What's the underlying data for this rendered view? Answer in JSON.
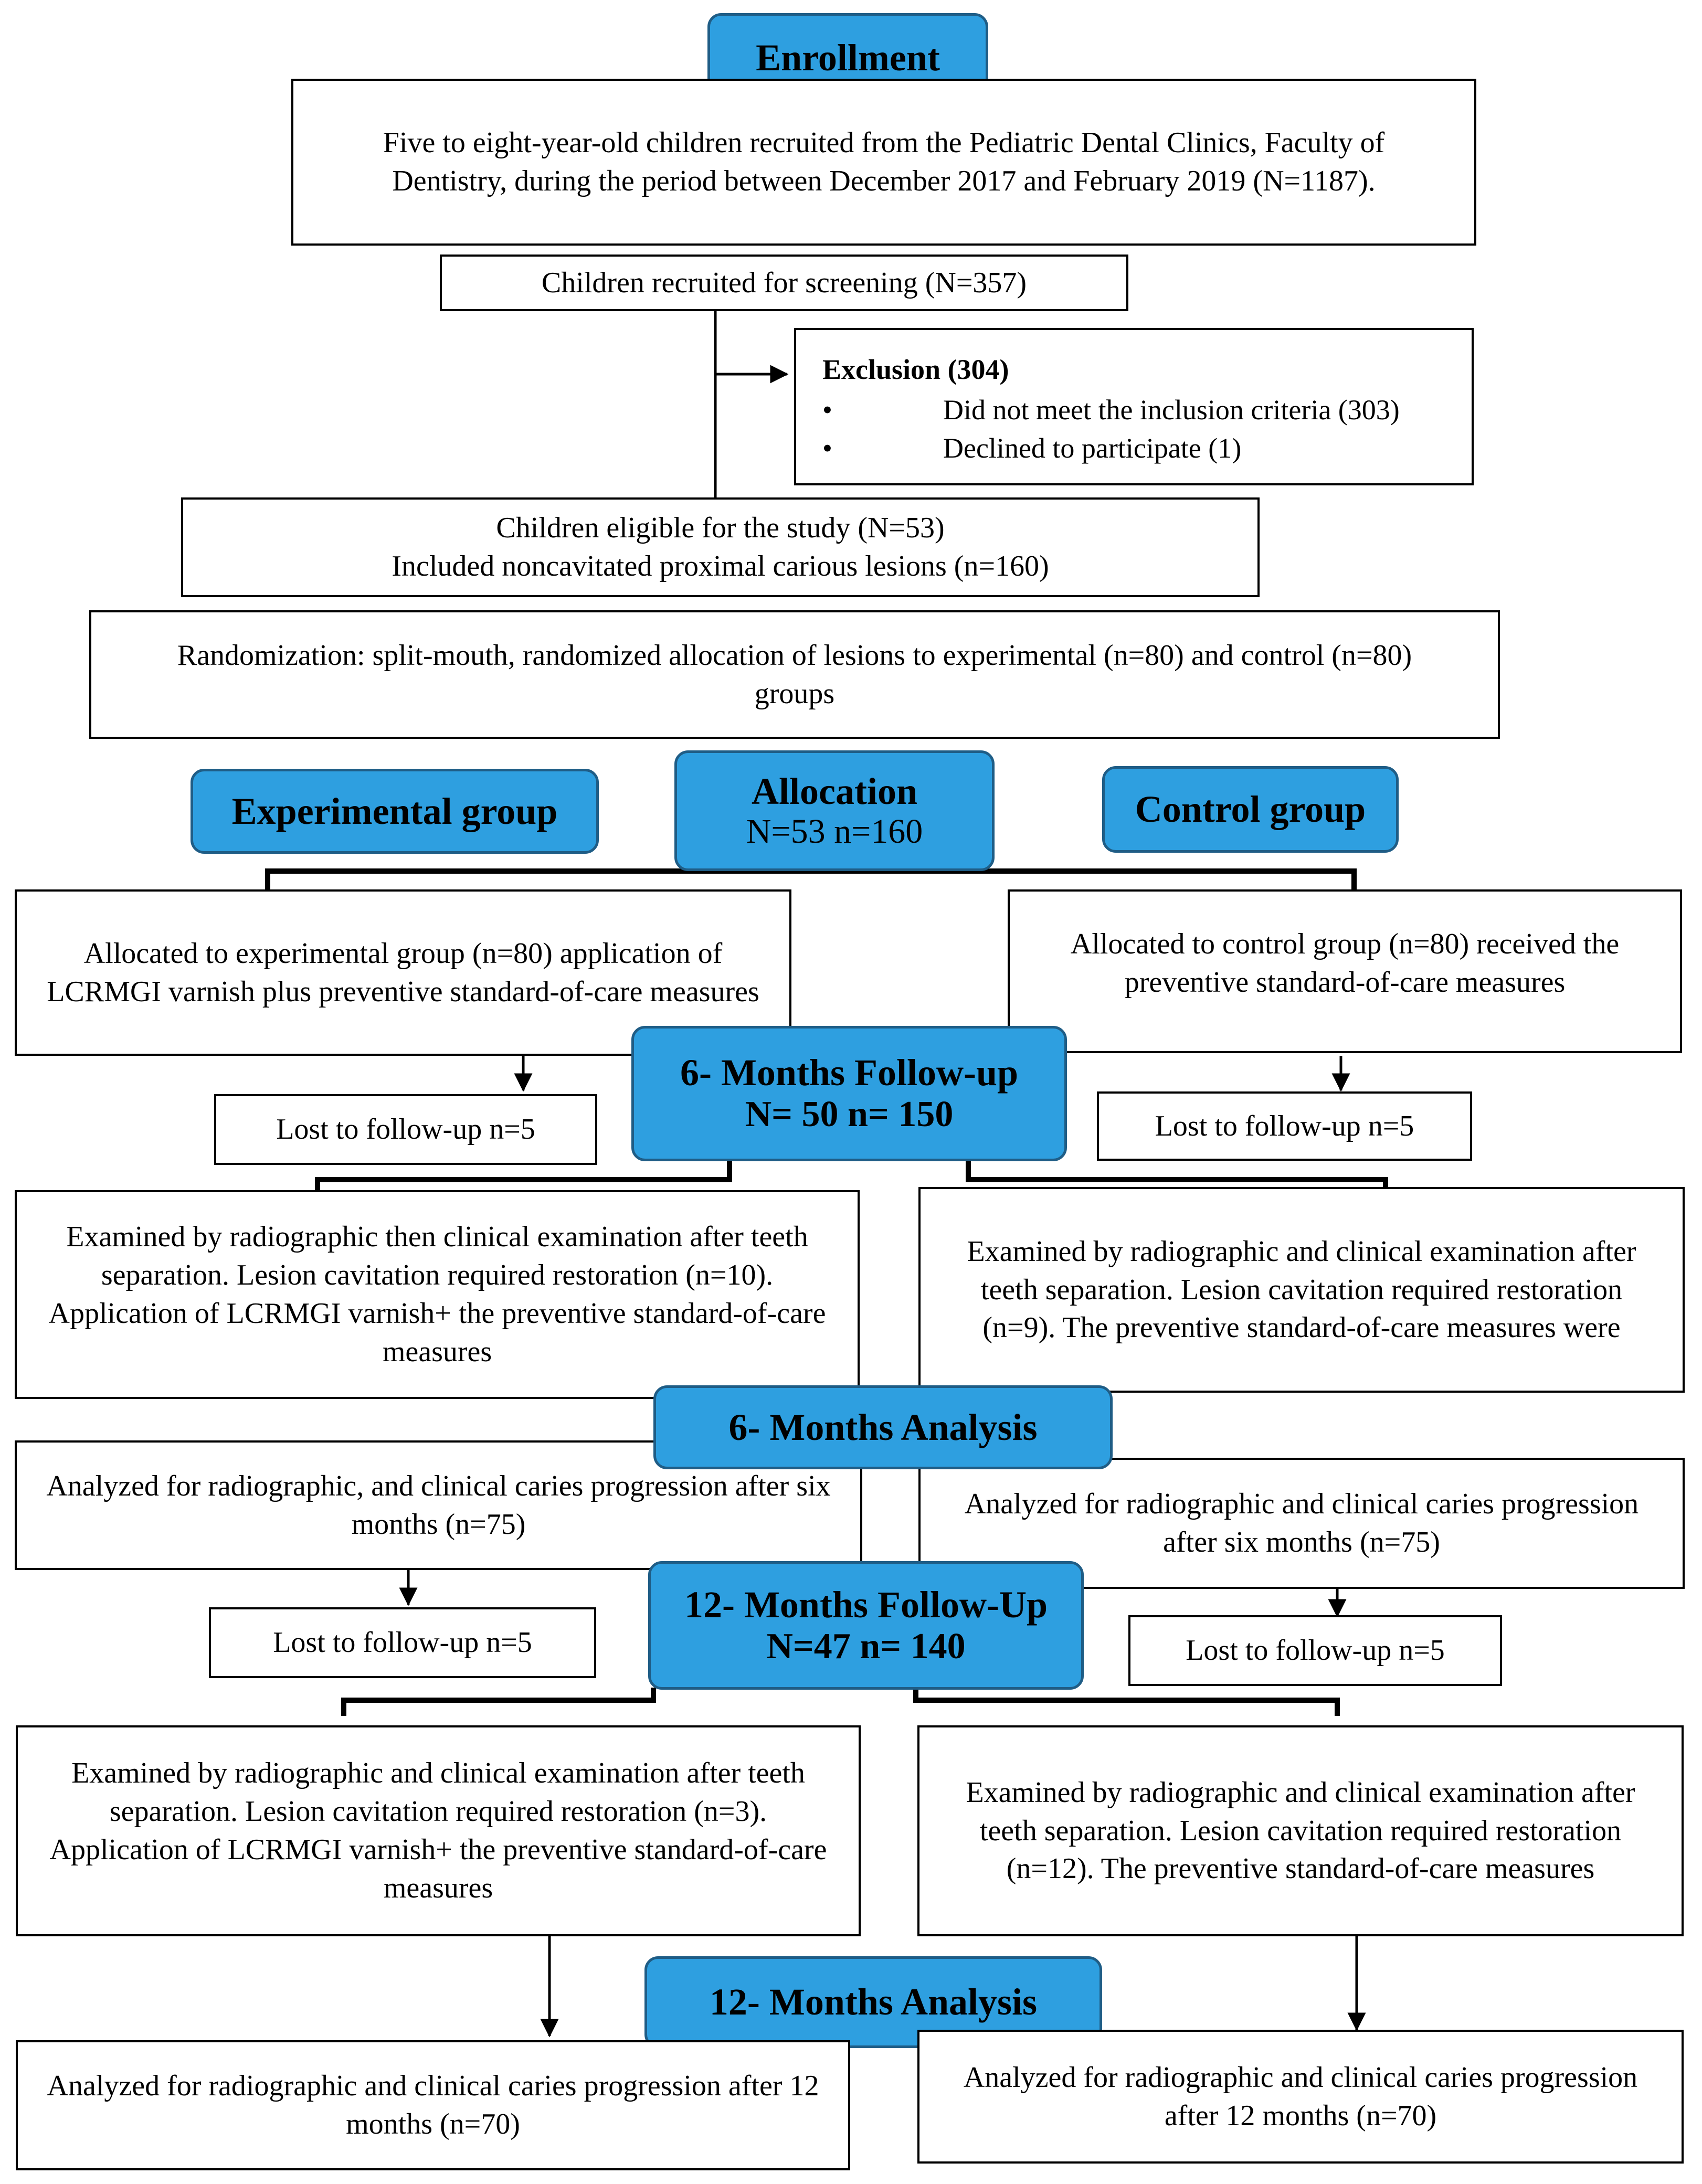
{
  "enrollment": {
    "header": "Enrollment",
    "recruited": "Five to eight-year-old children recruited from the Pediatric Dental Clinics, Faculty of Dentistry, during the period between December 2017 and February 2019 (N=1187).",
    "screening": "Children recruited for screening (N=357)",
    "exclusion": {
      "title": "Exclusion (304)",
      "items": [
        "Did not meet the inclusion criteria (303)",
        "Declined to participate (1)"
      ]
    },
    "eligible_line1": "Children eligible for the study (N=53)",
    "eligible_line2": "Included noncavitated proximal carious lesions (n=160)",
    "randomization": "Randomization: split-mouth, randomized allocation of lesions to experimental (n=80) and control (n=80) groups"
  },
  "allocation": {
    "experimental_header": "Experimental group",
    "header": "Allocation",
    "counts": "N=53  n=160",
    "control_header": "Control group",
    "experimental_text": "Allocated to experimental group (n=80) application of LCRMGI varnish plus preventive standard-of-care measures",
    "control_text": "Allocated to control group (n=80) received the preventive standard-of-care measures"
  },
  "followup6": {
    "header": "6- Months Follow-up",
    "counts": "N= 50  n= 150",
    "lost_experimental": "Lost to follow-up n=5",
    "lost_control": "Lost to follow-up n=5",
    "exam_experimental": "Examined by radiographic then clinical examination after teeth separation. Lesion cavitation required restoration (n=10). Application of LCRMGI varnish+ the preventive standard-of-care measures",
    "exam_control": "Examined by radiographic and clinical examination after teeth separation. Lesion cavitation required restoration (n=9). The preventive standard-of-care measures were"
  },
  "analysis6": {
    "header": "6- Months Analysis",
    "experimental": "Analyzed for radiographic, and clinical caries progression after six months (n=75)",
    "control": "Analyzed for radiographic and clinical caries progression after six months (n=75)"
  },
  "followup12": {
    "header": "12- Months Follow-Up",
    "counts": "N=47   n= 140",
    "lost_experimental": "Lost to follow-up n=5",
    "lost_control": "Lost to follow-up n=5",
    "exam_experimental": "Examined by radiographic and clinical examination after teeth separation. Lesion cavitation required restoration (n=3). Application of LCRMGI varnish+ the preventive standard-of-care measures",
    "exam_control": "Examined by radiographic and clinical examination after teeth separation. Lesion cavitation required restoration (n=12). The preventive standard-of-care measures"
  },
  "analysis12": {
    "header": "12- Months Analysis",
    "experimental": "Analyzed for radiographic and clinical caries progression after 12 months (n=70)",
    "control": "Analyzed for radiographic and clinical caries progression after 12 months (n=70)"
  },
  "colors": {
    "header_fill": "#2e9fe0",
    "header_border": "#1f5d86",
    "line": "#000000"
  }
}
